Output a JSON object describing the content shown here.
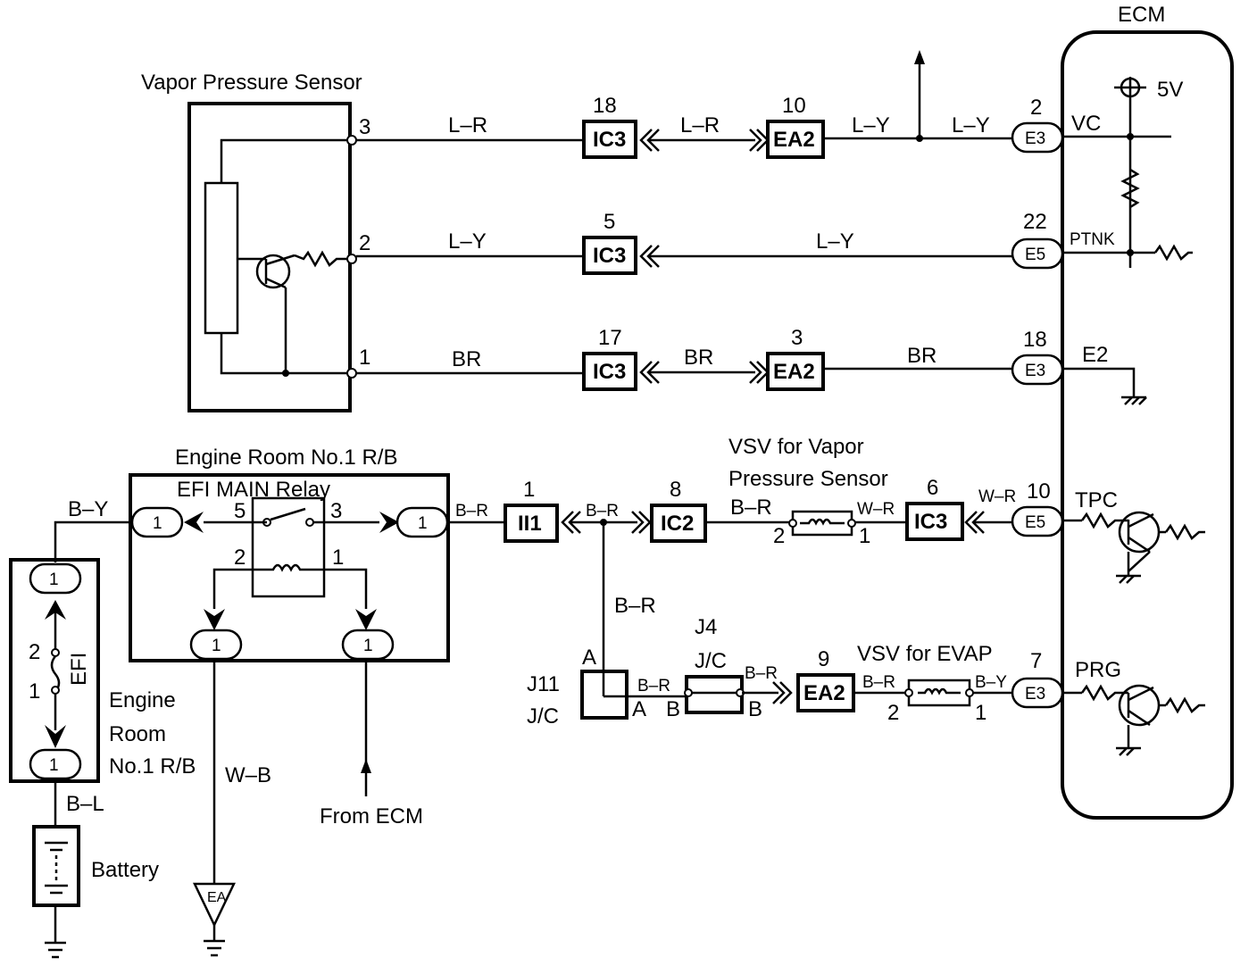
{
  "components": {
    "ecm": "ECM",
    "vapor_sensor": "Vapor Pressure Sensor",
    "engine_room_rb": "Engine Room No.1 R/B",
    "efi_relay": "EFI MAIN Relay",
    "vsv_vapor_line1": "VSV for Vapor",
    "vsv_vapor_line2": "Pressure Sensor",
    "vsv_evap": "VSV for EVAP",
    "efi_fuse": "EFI",
    "engine_room_line1": "Engine",
    "engine_room_line2": "Room",
    "engine_room_line3": "No.1 R/B",
    "battery": "Battery",
    "from_ecm": "From ECM",
    "ground_ea": "EA",
    "j11": "J11",
    "j11_jc": "J/C",
    "j4": "J4",
    "j4_jc": "J/C",
    "five_v": "5V"
  },
  "ecm_terminals": {
    "vc": "VC",
    "ptnk": "PTNK",
    "e2": "E2",
    "tpc": "TPC",
    "prg": "PRG"
  },
  "connectors": {
    "ic3_18": {
      "code": "IC3",
      "pin": "18"
    },
    "ea2_10": {
      "code": "EA2",
      "pin": "10"
    },
    "e3_2": {
      "code": "E3",
      "pin": "2"
    },
    "ic3_5": {
      "code": "IC3",
      "pin": "5"
    },
    "e5_22": {
      "code": "E5",
      "pin": "22"
    },
    "ic3_17": {
      "code": "IC3",
      "pin": "17"
    },
    "ea2_3": {
      "code": "EA2",
      "pin": "3"
    },
    "e3_18": {
      "code": "E3",
      "pin": "18"
    },
    "ii1_1": {
      "code": "II1",
      "pin": "1"
    },
    "ic2_8": {
      "code": "IC2",
      "pin": "8"
    },
    "ic3_6": {
      "code": "IC3",
      "pin": "6"
    },
    "e5_10": {
      "code": "E5",
      "pin": "10"
    },
    "ea2_9": {
      "code": "EA2",
      "pin": "9"
    },
    "e3_7": {
      "code": "E3",
      "pin": "7"
    }
  },
  "wires": {
    "lr_a": "L–R",
    "lr_b": "L–R",
    "ly_a": "L–Y",
    "ly_b": "L–Y",
    "ly_c": "L–Y",
    "ly_d": "L–Y",
    "br_a": "BR",
    "br_b": "BR",
    "br_c": "BR",
    "by_a": "B–Y",
    "br1": "B–R",
    "br2": "B–R",
    "br3": "B–R",
    "br4": "B–R",
    "br5": "B–R",
    "br6": "B–R",
    "br7": "B–R",
    "wr1": "W–R",
    "wr2": "W–R",
    "by_b": "B–Y",
    "wb": "W–B",
    "bl": "B–L"
  },
  "pins": {
    "s3": "3",
    "s2": "2",
    "s1": "1",
    "r5": "5",
    "r3": "3",
    "r2": "2",
    "r1": "1",
    "one": "1",
    "f2": "2",
    "f1": "1",
    "vsv1_2": "2",
    "vsv1_1": "1",
    "vsv2_2": "2",
    "vsv2_1": "1",
    "a": "A",
    "b": "B"
  }
}
